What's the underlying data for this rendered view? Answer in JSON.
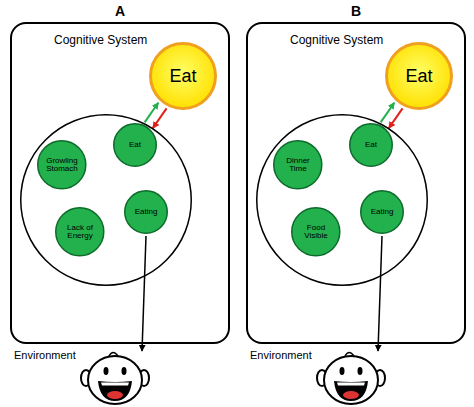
{
  "diagram": {
    "nodes": [
      {
        "text": [
          "Cognitive System"
        ]
      },
      {
        "text": [
          "Eat"
        ],
        "in": 0
      },
      {
        "text": [],
        "in": 0
      },
      {
        "text": [
          "Growling Stomach"
        ],
        "in": 2
      },
      {
        "text": [
          "Eat"
        ],
        "in": 2
      },
      {
        "text": [
          "Lack of Energy"
        ],
        "in": 2
      },
      {
        "text": [
          "Eating"
        ],
        "in": 2
      },
      {
        "text": [
          "Cognitive System"
        ]
      },
      {
        "text": [
          "Eat"
        ],
        "in": 7
      },
      {
        "text": [],
        "in": 7
      },
      {
        "text": [
          "Dinner Time"
        ],
        "in": 9
      },
      {
        "text": [
          "Eat"
        ],
        "in": 9
      },
      {
        "text": [
          "Food Visible"
        ],
        "in": 9
      },
      {
        "text": [
          "Eating"
        ],
        "in": 9
      }
    ],
    "edges": [
      {
        "from": 4,
        "to": 1,
        "arrow": "to"
      },
      {
        "from": 1,
        "to": 4,
        "arrow": "to"
      },
      {
        "from": 11,
        "to": 8,
        "arrow": "to"
      },
      {
        "from": 8,
        "to": 11,
        "arrow": "to"
      }
    ],
    "labels": [
      "A",
      "B",
      "Environment",
      "Environment"
    ]
  }
}
